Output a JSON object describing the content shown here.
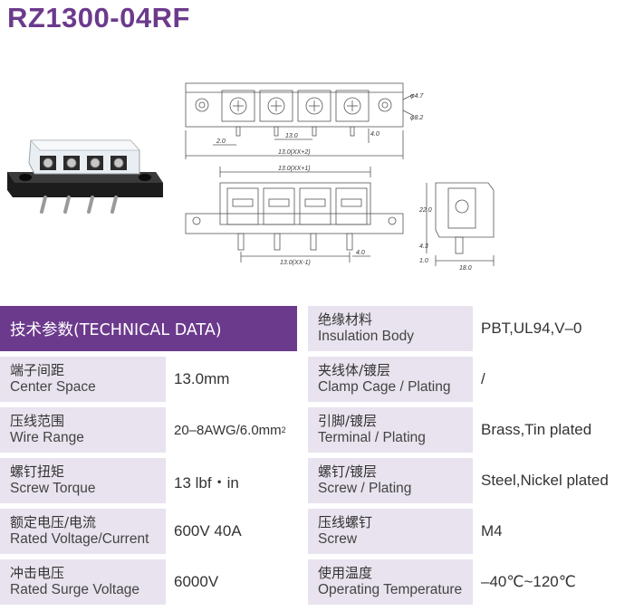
{
  "title": "RZ1300-04RF",
  "drawing": {
    "dims": {
      "d47": "φ4.7",
      "d82": "φ8.2",
      "d20": "2.0",
      "d130": "13.0",
      "d40": "4.0",
      "d130xx2": "13.0(XX+2)",
      "d130xx1": "13.0(XX+1)",
      "d130xxm1": "13.0(XX-1)",
      "d40b": "4.0",
      "d220": "22.0",
      "d43": "4.3",
      "d10": "1.0",
      "d180": "18.0"
    }
  },
  "table": {
    "header": "技术参数(TECHNICAL DATA)",
    "left_rows": [
      {
        "zh": "端子间距",
        "en": "Center Space",
        "value": "13.0mm"
      },
      {
        "zh": "压线范围",
        "en": "Wire Range",
        "value": "20–8AWG/6.0mm",
        "sup": "2"
      },
      {
        "zh": "螺钉扭矩",
        "en": "Screw Torque",
        "value": "13 lbf・in"
      },
      {
        "zh": "额定电压/电流",
        "en": "Rated Voltage/Current",
        "value": "600V 40A"
      },
      {
        "zh": "冲击电压",
        "en": "Rated Surge Voltage",
        "value": "6000V"
      }
    ],
    "right_rows": [
      {
        "zh": "绝缘材料",
        "en": "Insulation Body",
        "value": "PBT,UL94,V–0"
      },
      {
        "zh": "夹线体/镀层",
        "en": "Clamp Cage / Plating",
        "value": "/"
      },
      {
        "zh": "引脚/镀层",
        "en": "Terminal / Plating",
        "value": "Brass,Tin plated"
      },
      {
        "zh": "螺钉/镀层",
        "en": "Screw / Plating",
        "value": "Steel,Nickel plated"
      },
      {
        "zh": "压线螺钉",
        "en": "Screw",
        "value": "M4"
      },
      {
        "zh": "使用温度",
        "en": "Operating Temperature",
        "value": "–40℃~120℃"
      }
    ]
  }
}
